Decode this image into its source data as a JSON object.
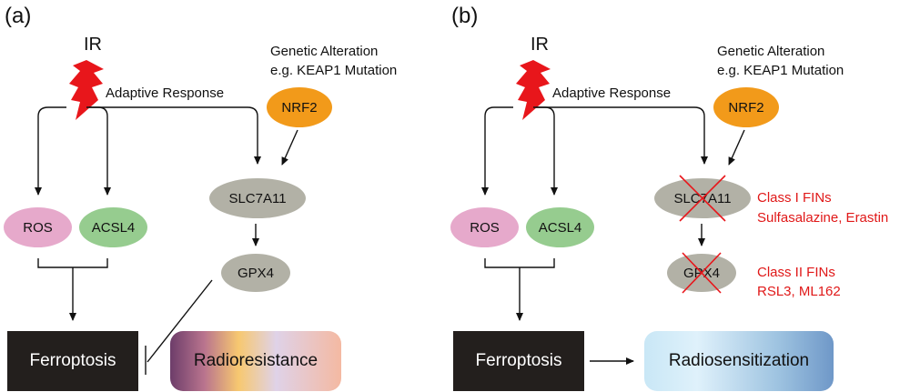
{
  "panel_a": {
    "label": "(a)",
    "ir": "IR",
    "genetic_line1": "Genetic Alteration",
    "genetic_line2": "e.g. KEAP1 Mutation",
    "adaptive": "Adaptive Response",
    "nrf2": "NRF2",
    "slc7a11": "SLC7A11",
    "gpx4": "GPX4",
    "ros": "ROS",
    "acsl4": "ACSL4",
    "ferroptosis": "Ferroptosis",
    "outcome": "Radioresistance"
  },
  "panel_b": {
    "label": "(b)",
    "ir": "IR",
    "genetic_line1": "Genetic Alteration",
    "genetic_line2": "e.g. KEAP1 Mutation",
    "adaptive": "Adaptive Response",
    "nrf2": "NRF2",
    "slc7a11": "SLC7A11",
    "gpx4": "GPX4",
    "ros": "ROS",
    "acsl4": "ACSL4",
    "ferroptosis": "Ferroptosis",
    "outcome": "Radiosensitization",
    "class1_line1": "Class I FINs",
    "class1_line2": "Sulfasalazine, Erastin",
    "class2_line1": "Class II FINs",
    "class2_line2": "RSL3, ML162"
  },
  "colors": {
    "ros": "#e6a9cb",
    "acsl4": "#96cc8f",
    "nrf2": "#f29a1a",
    "gray_node": "#b2b1a6",
    "ferroptosis_box": "#231f1d",
    "lightning": "#e8161b",
    "inhibitor_text": "#e01818"
  },
  "icons": {
    "ir": "lightning-bolt-icon",
    "inhibition": "red-cross-icon"
  }
}
